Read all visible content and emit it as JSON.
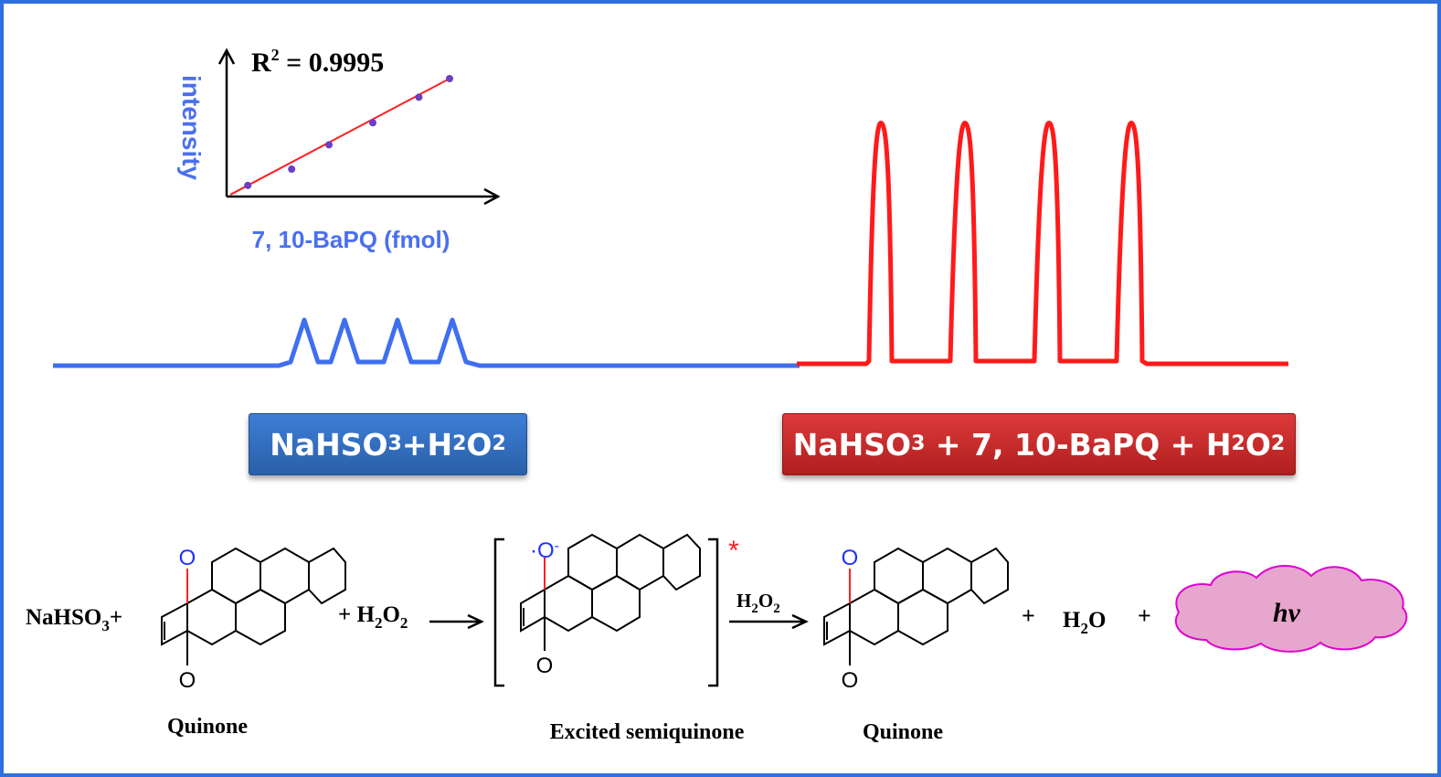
{
  "inset": {
    "r2": "R² = 0.9995",
    "ylabel": "intensity",
    "xlabel": "7, 10-BaPQ (fmol)",
    "points": [
      [
        0.1,
        0.1
      ],
      [
        0.3,
        0.3
      ],
      [
        0.5,
        0.5
      ],
      [
        0.7,
        0.7
      ],
      [
        0.9,
        0.9
      ],
      [
        1.0,
        1.0
      ]
    ]
  },
  "boxes": {
    "left": {
      "a": "NaHSO",
      "s1": "3",
      "b": "+H",
      "s2": "2",
      "c": "O",
      "s3": "2"
    },
    "right": {
      "a": "NaHSO",
      "s1": "3",
      "b": " + 7, 10-BaPQ + H",
      "s2": "2",
      "c": "O",
      "s3": "2"
    }
  },
  "reaction": {
    "nahso3_main": "NaHSO",
    "nahso3_sub": "3",
    "plus": "+",
    "h2o2_main1": "+ H",
    "h2o2_sub": "2",
    "h2o2_main2": "O",
    "h2o2_sub2": "2",
    "arrow_label_main": "H",
    "arrow_label_sub": "2",
    "arrow_label_o": "O",
    "arrow_label_sub2": "2",
    "h2o": "H",
    "h2o_sub": "2",
    "h2o_o": "O",
    "hv": "hv",
    "star": "*",
    "O": "O",
    "O_radical": "·O",
    "minus": "-",
    "labels": [
      "Quinone",
      "Excited semiquinone",
      "Quinone"
    ]
  },
  "colors": {
    "blue": "#3f6ff0",
    "red": "#ff1a1a",
    "cloud": "#e7a6ce",
    "cloudStroke": "#e000d0"
  }
}
